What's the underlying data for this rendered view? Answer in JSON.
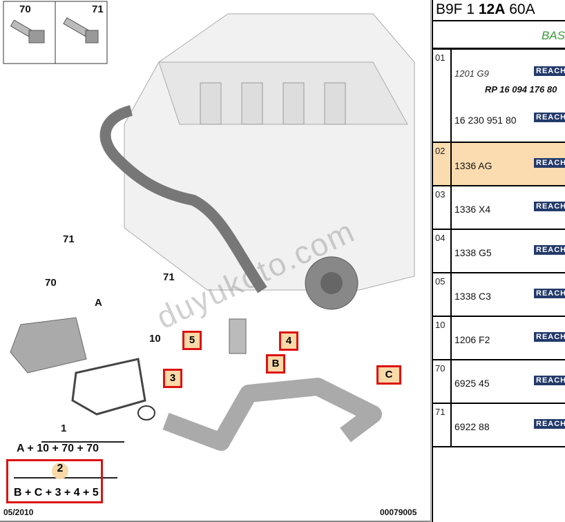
{
  "diagram": {
    "callouts": {
      "c70": "70",
      "c71": "71",
      "c10": "10",
      "cA": "A",
      "c1": "1",
      "c2": "2",
      "cB": "B",
      "cC": "C",
      "c3": "3",
      "c4": "4",
      "c5": "5"
    },
    "formula1": "A + 10 + 70 + 70",
    "formula2": "B + C + 3 + 4 + 5",
    "date": "05/2010",
    "drawing_no": "00079005",
    "watermark": "duyukoto.com",
    "highlight_color": "#d11111"
  },
  "panel": {
    "title_prefix": "B9F 1 ",
    "title_bold": "12A",
    "title_suffix": " 60A",
    "section": "BAS",
    "rows": [
      {
        "idx": "01",
        "refs": [
          "1201 G9",
          "RP 16 094 176 80",
          "16 230 951 80"
        ]
      },
      {
        "idx": "02",
        "ref": "1336 AG"
      },
      {
        "idx": "03",
        "ref": "1336 X4"
      },
      {
        "idx": "04",
        "ref": "1338 G5"
      },
      {
        "idx": "05",
        "ref": "1338 C3"
      },
      {
        "idx": "10",
        "ref": "1206 F2"
      },
      {
        "idx": "70",
        "ref": "6925 45"
      },
      {
        "idx": "71",
        "ref": "6922 88"
      }
    ],
    "badge": "REACH"
  }
}
